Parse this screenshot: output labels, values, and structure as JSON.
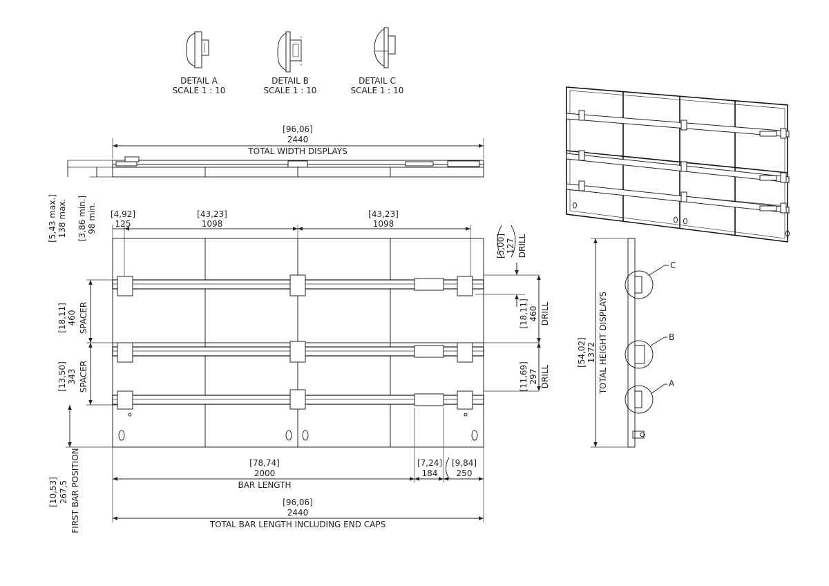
{
  "details": {
    "a": {
      "name": "DETAIL A",
      "scale": "SCALE 1 : 10"
    },
    "b": {
      "name": "DETAIL B",
      "scale": "SCALE 1 : 10"
    },
    "c": {
      "name": "DETAIL C",
      "scale": "SCALE 1 : 10"
    }
  },
  "top_view": {
    "width_inch": "[96,06]",
    "width_mm": "2440",
    "width_label": "TOTAL WIDTH DISPLAYS",
    "depth_max_inch": "[5,43 max.]",
    "depth_max_mm": "138 max.",
    "depth_min_inch": "[3,86 min.]",
    "depth_min_mm": "98 min."
  },
  "front_view": {
    "edge_inch": "[4,92]",
    "edge_mm": "125",
    "drill1_inch": "[43,23]",
    "drill1_mm": "1098",
    "drill2_inch": "[43,23]",
    "drill2_mm": "1098",
    "top_drill_inch": "[5,00]",
    "top_drill_mm": "127",
    "top_drill_label": "DRILL",
    "spacer1_inch": "[18,11]",
    "spacer1_mm": "460",
    "spacer1_label": "SPACER",
    "drill_mid_inch": "[18,11]",
    "drill_mid_mm": "460",
    "drill_mid_label": "DRILL",
    "spacer2_inch": "[13,50]",
    "spacer2_mm": "343",
    "spacer2_label": "SPACER",
    "drill_low_inch": "[11,69]",
    "drill_low_mm": "297",
    "drill_low_label": "DRILL",
    "first_bar_inch": "[10,53]",
    "first_bar_mm": "267,5",
    "first_bar_label": "FIRST BAR POSITION",
    "bar_len_inch": "[78,74]",
    "bar_len_mm": "2000",
    "bar_len_label": "BAR LENGTH",
    "cap1_inch": "[7,24]",
    "cap1_mm": "184",
    "cap2_inch": "[9,84]",
    "cap2_mm": "250",
    "total_bar_inch": "[96,06]",
    "total_bar_mm": "2440",
    "total_bar_label": "TOTAL BAR LENGTH INCLUDING END CAPS"
  },
  "side_view": {
    "height_inch": "[54,02]",
    "height_mm": "1372",
    "height_label": "TOTAL HEIGHT DISPLAYS",
    "callout_c": "C",
    "callout_b": "B",
    "callout_a": "A"
  }
}
